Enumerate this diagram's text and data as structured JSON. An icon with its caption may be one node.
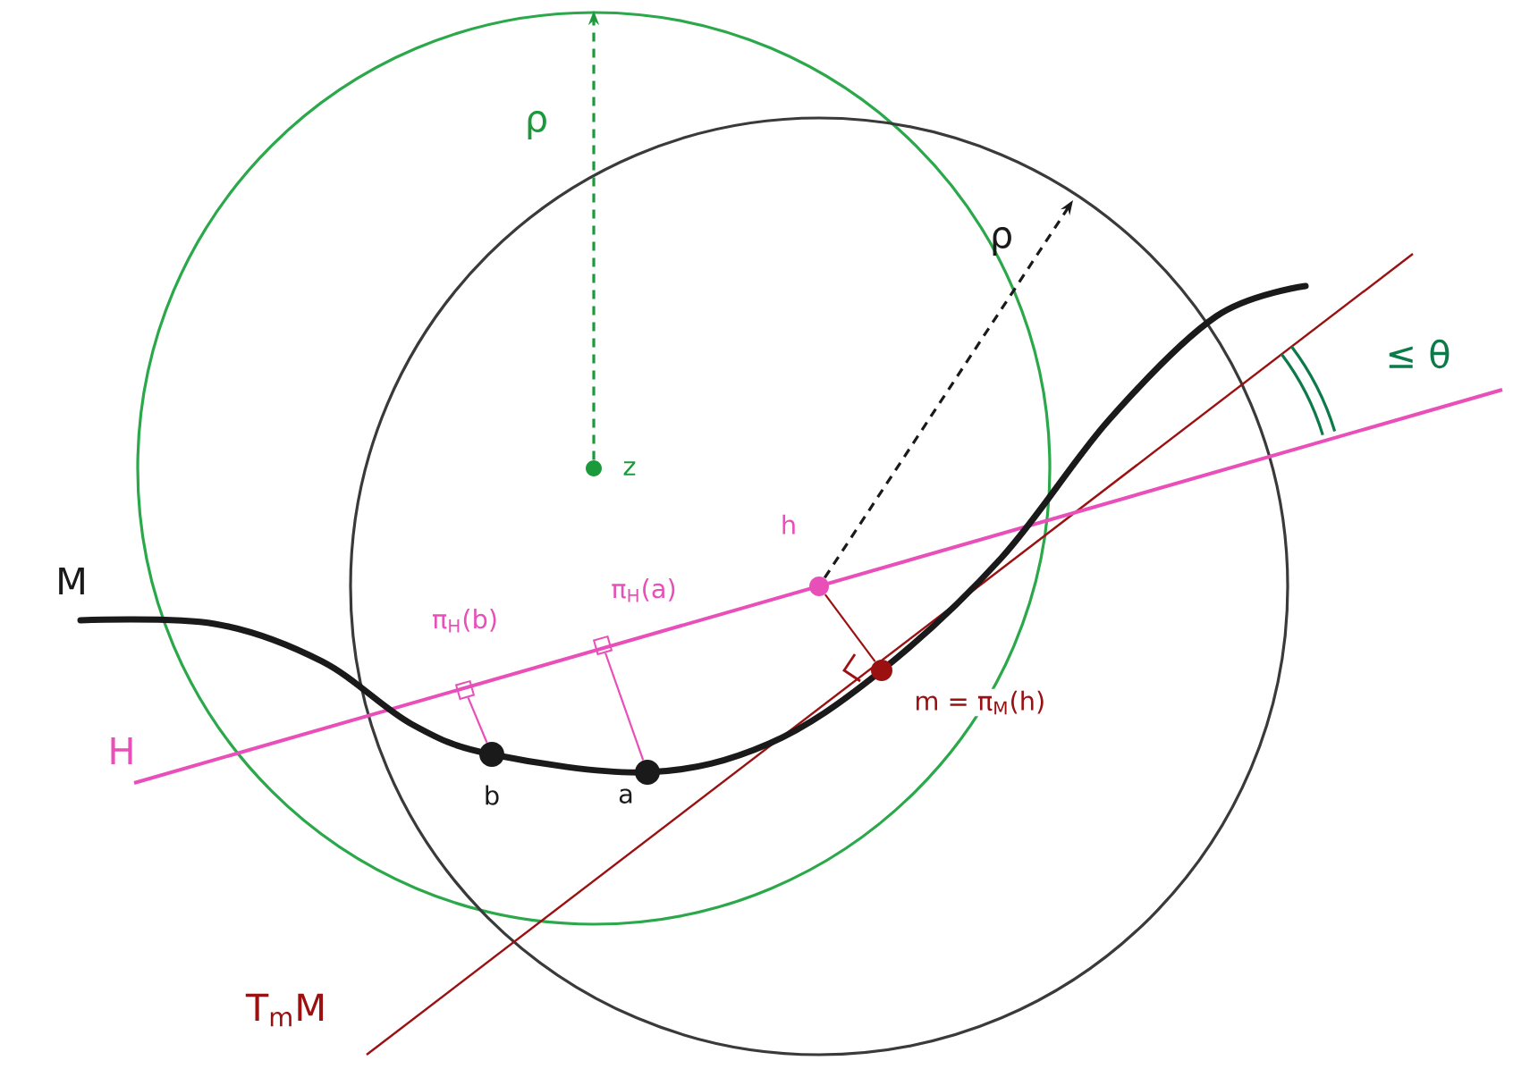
{
  "diagram": {
    "nodes": [
      {
        "text": [],
        "shape": "circle",
        "beside": [
          "z"
        ]
      },
      {
        "text": [],
        "shape": "circle",
        "beside": [
          "h"
        ]
      },
      {
        "text": [],
        "shape": "circle",
        "beside": [
          "m = π$_{M}$(h)"
        ]
      },
      {
        "text": [],
        "shape": "circle",
        "beside": [
          "a"
        ]
      },
      {
        "text": [],
        "shape": "circle",
        "beside": [
          "b"
        ]
      },
      {
        "text": [],
        "shape": "box",
        "beside": [
          "π$_{H}$(a)"
        ]
      },
      {
        "text": [],
        "shape": "box",
        "beside": [
          "π$_{H}$(b)"
        ]
      }
    ],
    "edges": [
      {
        "from": 3,
        "to": 5,
        "arrow": "none",
        "color": "#e94fb8"
      },
      {
        "from": 4,
        "to": 6,
        "arrow": "none",
        "color": "#e94fb8"
      },
      {
        "from": 1,
        "to": 2,
        "arrow": "none",
        "color": "#9b1111"
      },
      {
        "from": 0,
        "to": null,
        "arrow": "to",
        "style": "dashed",
        "color": "#1a9a3a",
        "label": "ρ"
      },
      {
        "from": 1,
        "to": null,
        "arrow": "to",
        "style": "dashed",
        "color": "#1a1a1a",
        "label": "ρ"
      }
    ],
    "labels": [
      "M",
      "H",
      "T$_{m}$M",
      "≤ θ"
    ]
  }
}
